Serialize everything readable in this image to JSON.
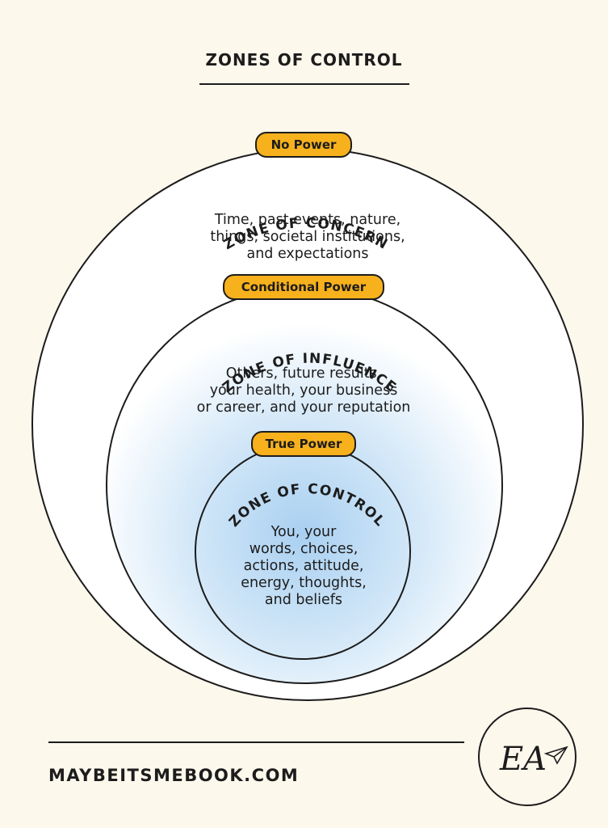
{
  "title": "ZONES OF CONTROL",
  "zones": {
    "concern": {
      "badge": "No Power",
      "heading": "ZONE OF CONCERN",
      "line1": "Time, past events, nature,",
      "line2": "things, societal institutions,",
      "line3": "and expectations"
    },
    "influence": {
      "badge": "Conditional Power",
      "heading": "ZONE OF INFLUENCE",
      "line1": "Others, future results,",
      "line2": "your health, your business",
      "line3": "or career, and your reputation"
    },
    "control": {
      "badge": "True Power",
      "heading": "ZONE OF CONTROL",
      "line1": "You, your",
      "line2": "words, choices,",
      "line3": "actions, attitude,",
      "line4": "energy, thoughts,",
      "line5": "and beliefs"
    }
  },
  "footer": {
    "website": "MAYBEITSMEBOOK.COM",
    "logo_text": "EA"
  },
  "colors": {
    "background": "#fdf8ec",
    "badge": "#f7b11c",
    "glow": "#a9d0f1",
    "ink": "#1c1c1c"
  }
}
